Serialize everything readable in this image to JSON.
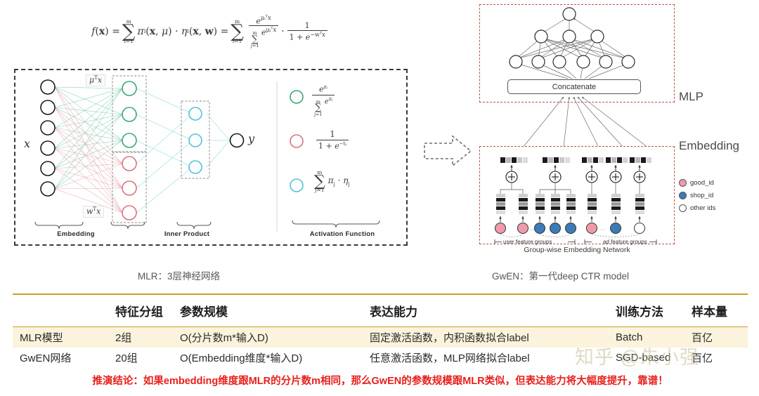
{
  "mlr": {
    "formula_plain": "f(x) = sum_{i=1}^{m} pi_i(x, mu) . eta_i(x, w) = sum_{i=1}^{m} ( e^{mu_i^T x} / sum_{j=1}^{m} e^{mu_j^T x} ) . ( 1 / (1 + e^{-w^T x}) )",
    "input_label": "x",
    "output_label": "y",
    "tag_mu": "μᵀx",
    "tag_w": "wᵀx",
    "brace_embedding": "Embedding",
    "brace_inner_product": "Inner Product",
    "brace_activation": "Activation Function",
    "activations": [
      {
        "color": "#3aa876",
        "name": "softmax",
        "numerator": "e",
        "num_sup": "zᵢ",
        "den_sum": "∑",
        "den_lim_top": "m",
        "den_lim_bot": "j=1",
        "den_rest": "e",
        "den_sup": "zⱼ"
      },
      {
        "color": "#d9737f",
        "name": "sigmoid",
        "numerator": "1",
        "denominator": "1 + e",
        "den_sup": "−tᵢ"
      },
      {
        "color": "#4fc3d6",
        "name": "weighted-sum",
        "sum": "∑",
        "lim_top": "m",
        "lim_bot": "j=1",
        "body": "πⱼ · ηⱼ"
      }
    ],
    "caption": "MLR：3层神经网络"
  },
  "gwen": {
    "concatenate_label": "Concatenate",
    "mlp_label": "MLP",
    "embedding_label": "Embedding",
    "group_network_label": "Group-wise Embedding Network",
    "user_feature_groups_label": "user feature groups",
    "ad_feature_groups_label": "ad feature groups",
    "legend": [
      {
        "label": "good_id",
        "color": "#ef9aaa"
      },
      {
        "label": "shop_id",
        "color": "#3b7cb8"
      },
      {
        "label": "other ids",
        "color": "#ffffff"
      }
    ],
    "caption": "GwEN：第一代deep CTR model"
  },
  "arrow": {
    "name": "transition-arrow-right"
  },
  "table": {
    "headers": [
      "",
      "特征分组",
      "参数规模",
      "表达能力",
      "训练方法",
      "样本量"
    ],
    "rows": [
      {
        "name": "MLR模型",
        "feature_groups": "2组",
        "param_scale": "O(分片数m*输入D)",
        "expressiveness": "固定激活函数，内积函数拟合label",
        "training": "Batch",
        "sample_size": "百亿"
      },
      {
        "name": "GwEN网络",
        "feature_groups": "20组",
        "param_scale": "O(Embedding维度*输入D)",
        "expressiveness": "任意激活函数，MLP网络拟合label",
        "training": "SGD-based",
        "sample_size": "百亿"
      }
    ],
    "accent_color": "#c9a227",
    "highlight_row_color": "#fbf3dc"
  },
  "conclusion": {
    "text": "推演结论：如果embedding维度跟MLR的分片数m相同，那么GwEN的参数规模跟MLR类似，但表达能力将大幅度提升，靠谱！",
    "color": "#e8201c"
  },
  "watermark": {
    "text": "知乎 @朱小强"
  }
}
